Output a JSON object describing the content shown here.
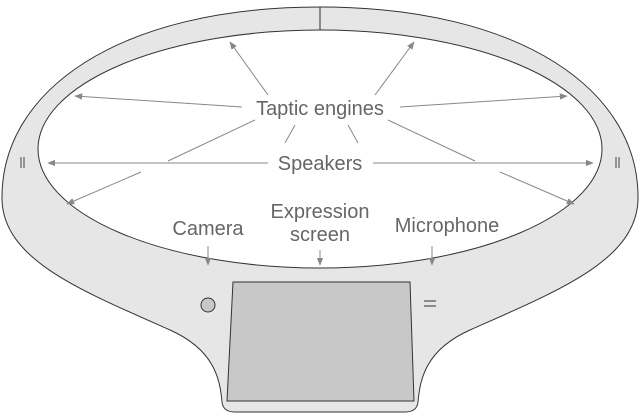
{
  "diagram": {
    "labels": {
      "taptic": "Taptic engines",
      "speakers": "Speakers",
      "camera": "Camera",
      "expression_line1": "Expression",
      "expression_line2": "screen",
      "microphone": "Microphone"
    },
    "colors": {
      "body": "#e6e6e6",
      "outline": "#333333",
      "screen": "#c8c8c8",
      "text": "#666666",
      "arrow": "#888888"
    }
  }
}
